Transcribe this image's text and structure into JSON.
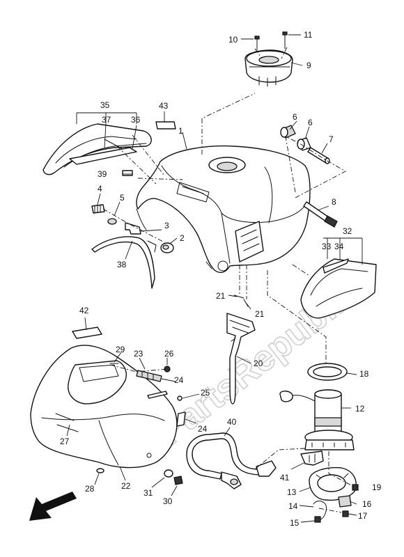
{
  "watermark": "PartsRepublik",
  "callouts": {
    "c1": "1",
    "c2": "2",
    "c3": "3",
    "c4": "4",
    "c5": "5",
    "c6a": "6",
    "c6b": "6",
    "c7": "7",
    "c8": "8",
    "c9": "9",
    "c10": "10",
    "c11": "11",
    "c12": "12",
    "c13": "13",
    "c14": "14",
    "c15": "15",
    "c16": "16",
    "c17": "17",
    "c18": "18",
    "c19": "19",
    "c20": "20",
    "c21a": "21",
    "c21b": "21",
    "c22": "22",
    "c23": "23",
    "c24a": "24",
    "c24b": "24",
    "c25": "25",
    "c26": "26",
    "c27": "27",
    "c28": "28",
    "c29": "29",
    "c30": "30",
    "c31": "31",
    "c32": "32",
    "c33": "33",
    "c34": "34",
    "c35": "35",
    "c36": "36",
    "c37": "37",
    "c38": "38",
    "c39": "39",
    "c40": "40",
    "c41": "41",
    "c42": "42",
    "c43": "43"
  },
  "icons": {
    "front_arrow": "arrow-down-left-icon"
  }
}
